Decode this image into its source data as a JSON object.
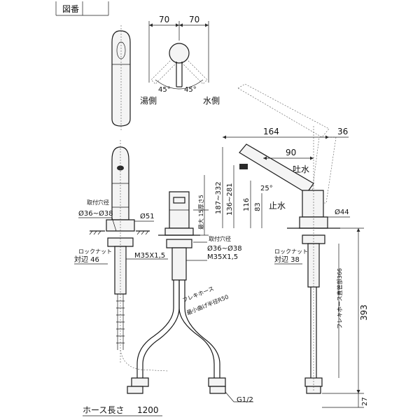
{
  "title_block": {
    "label": "図番",
    "value": ""
  },
  "top_view": {
    "dims": [
      "70",
      "70"
    ],
    "angles": [
      "45°",
      "45°"
    ],
    "hot_side": "湯側",
    "cold_side": "水側"
  },
  "front_view": {
    "mount_hole_label": "取付穴径",
    "mount_hole_value": "Ø36~Ø38",
    "base_dia": "Ø51",
    "thread": "M35X1,5",
    "lock_nut_label": "ロックナット",
    "lock_nut_value": "対辺 46"
  },
  "middle_view": {
    "max_thickness": "最大 15厚さ5",
    "mount_hole_label": "取付穴径",
    "mount_hole_value": "Ø36~Ø38",
    "thread": "M35X1,5",
    "flex_hose": "フレキホース",
    "min_bend": "最小曲げ半径R50",
    "thread_size": "G1/2",
    "hose_length_label": "ホース長さ",
    "hose_length_value": "1200"
  },
  "side_view": {
    "dim_164": "164",
    "dim_36": "36",
    "dim_90": "90",
    "spout": "吐水",
    "angle_25": "25°",
    "stop": "止水",
    "dim_187_332": "187~332",
    "dim_136_281": "136~281",
    "dim_116": "116",
    "dim_83": "83",
    "base_dia": "Ø44",
    "lock_nut_label": "ロックナット",
    "lock_nut_value": "対辺 38",
    "flex_hose_len": "フレキホース直管部366",
    "dim_393": "393",
    "dim_27": "27"
  }
}
